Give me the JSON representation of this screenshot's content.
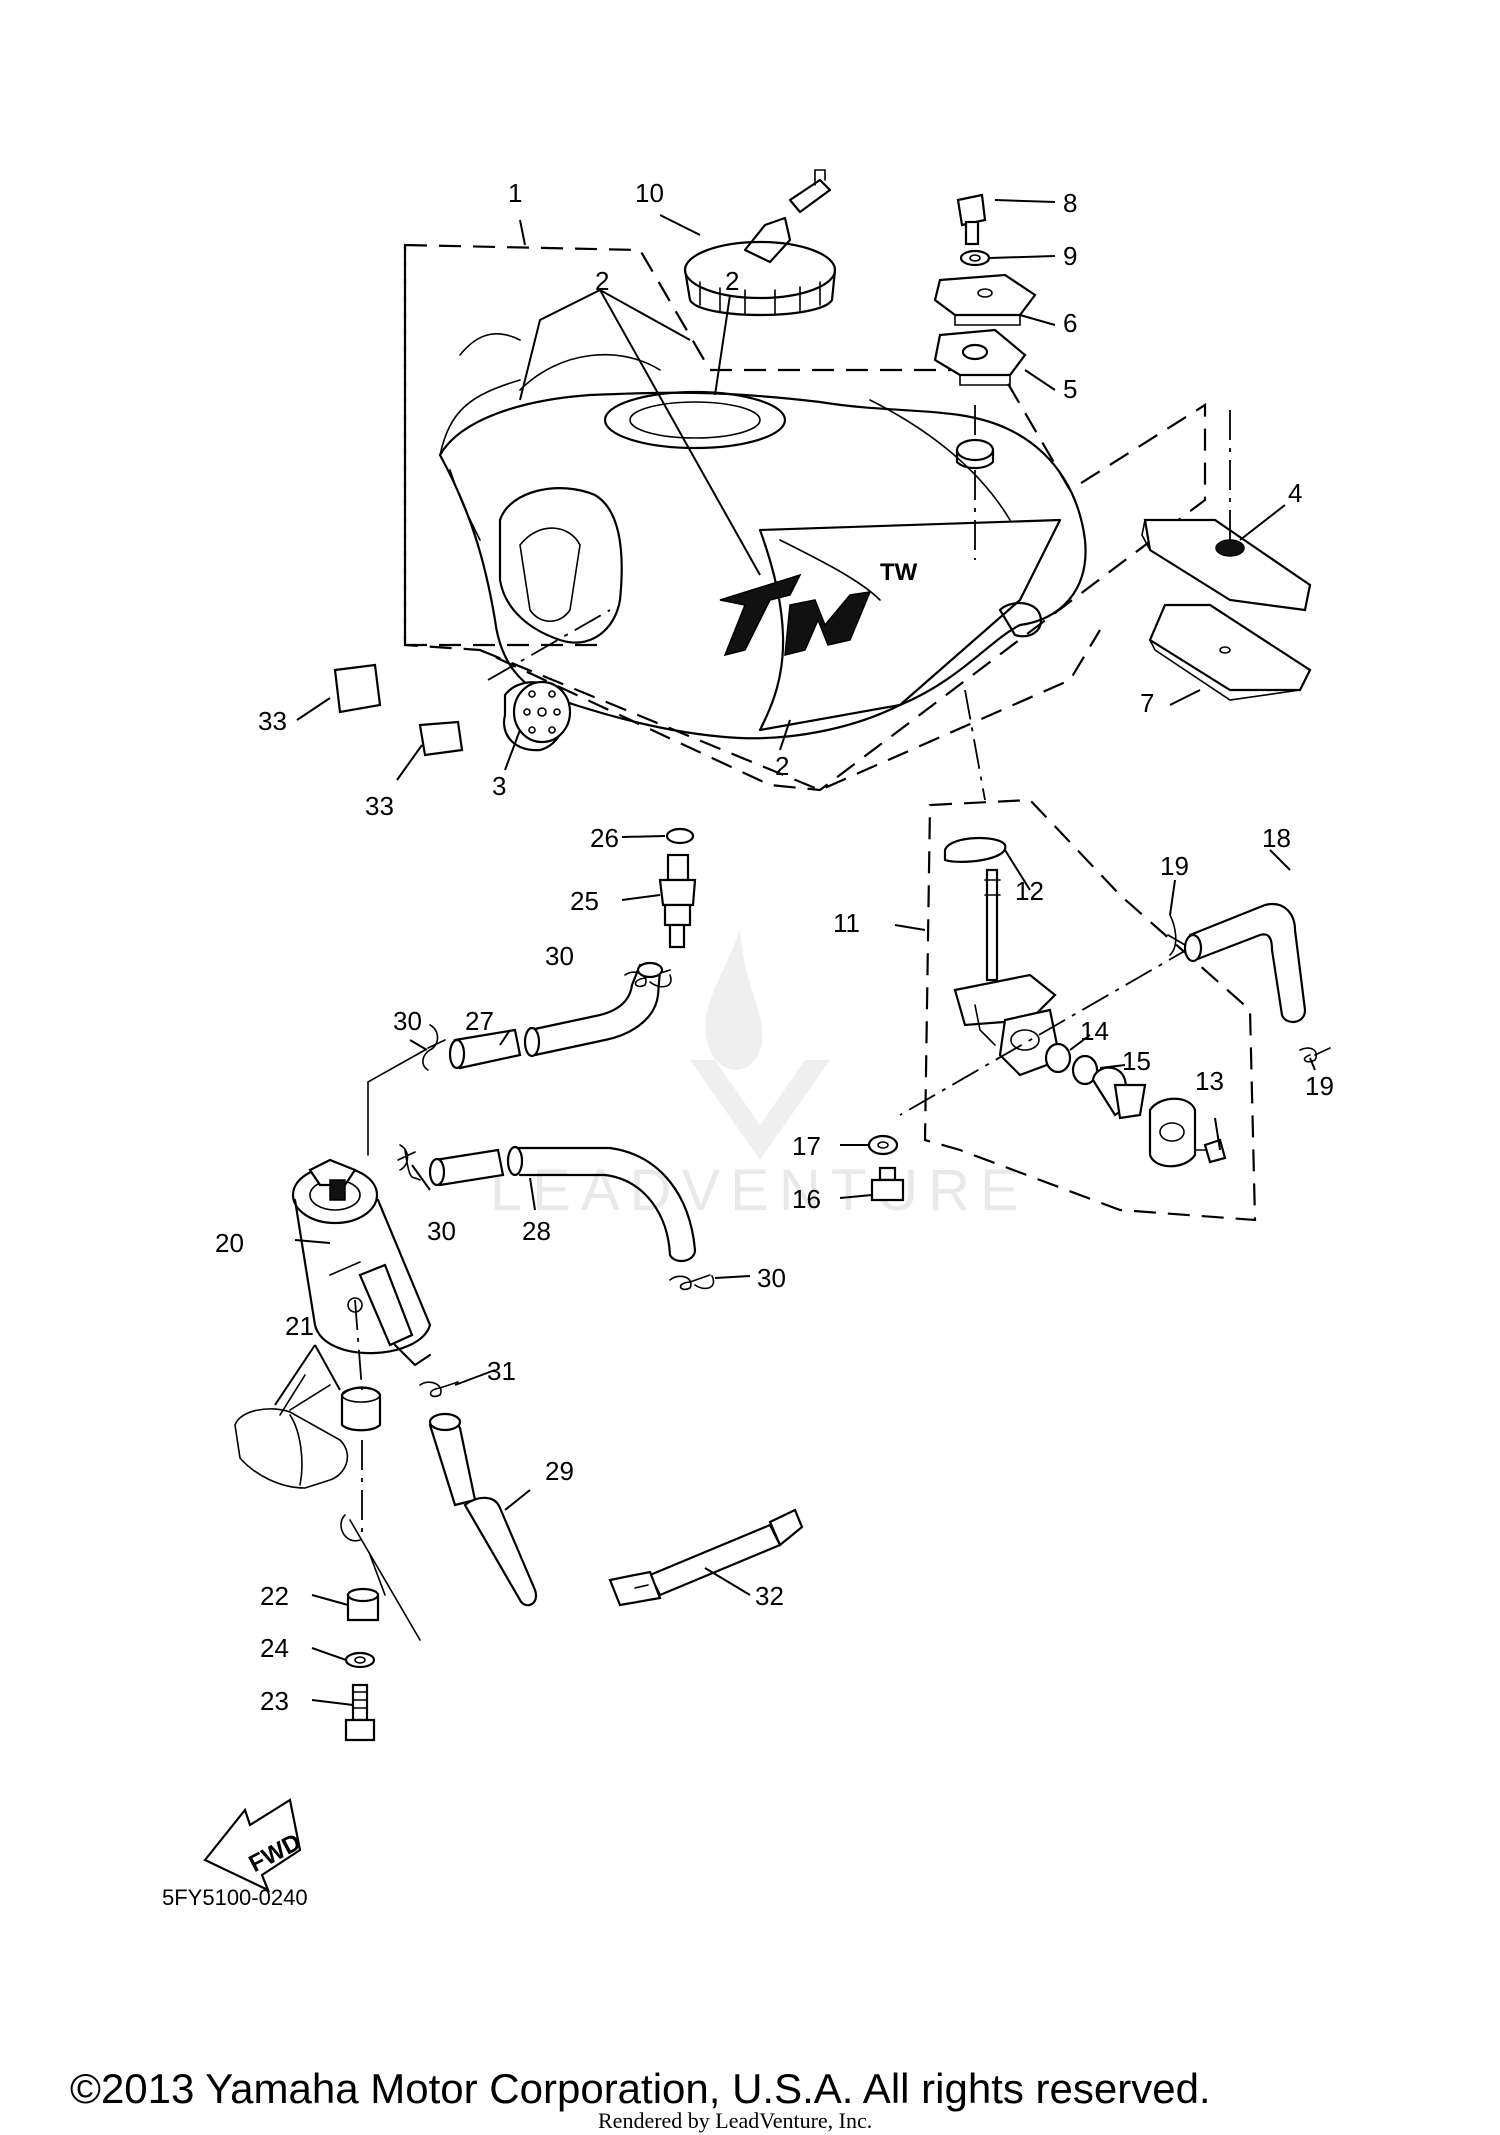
{
  "diagram": {
    "code": "5FY5100-0240",
    "copyright": "©2013 Yamaha Motor Corporation, U.S.A. All rights reserved.",
    "rendered_by": "Rendered by LeadVenture, Inc.",
    "fwd_label": "FWD",
    "watermark": "LEADVENTURE",
    "tank_logo": "TW",
    "callouts": [
      "1",
      "2",
      "2",
      "2",
      "3",
      "4",
      "5",
      "6",
      "7",
      "8",
      "9",
      "10",
      "11",
      "12",
      "13",
      "14",
      "15",
      "16",
      "17",
      "18",
      "19",
      "19",
      "20",
      "21",
      "22",
      "23",
      "24",
      "25",
      "26",
      "27",
      "28",
      "29",
      "30",
      "30",
      "30",
      "30",
      "31",
      "32",
      "33",
      "33"
    ]
  }
}
